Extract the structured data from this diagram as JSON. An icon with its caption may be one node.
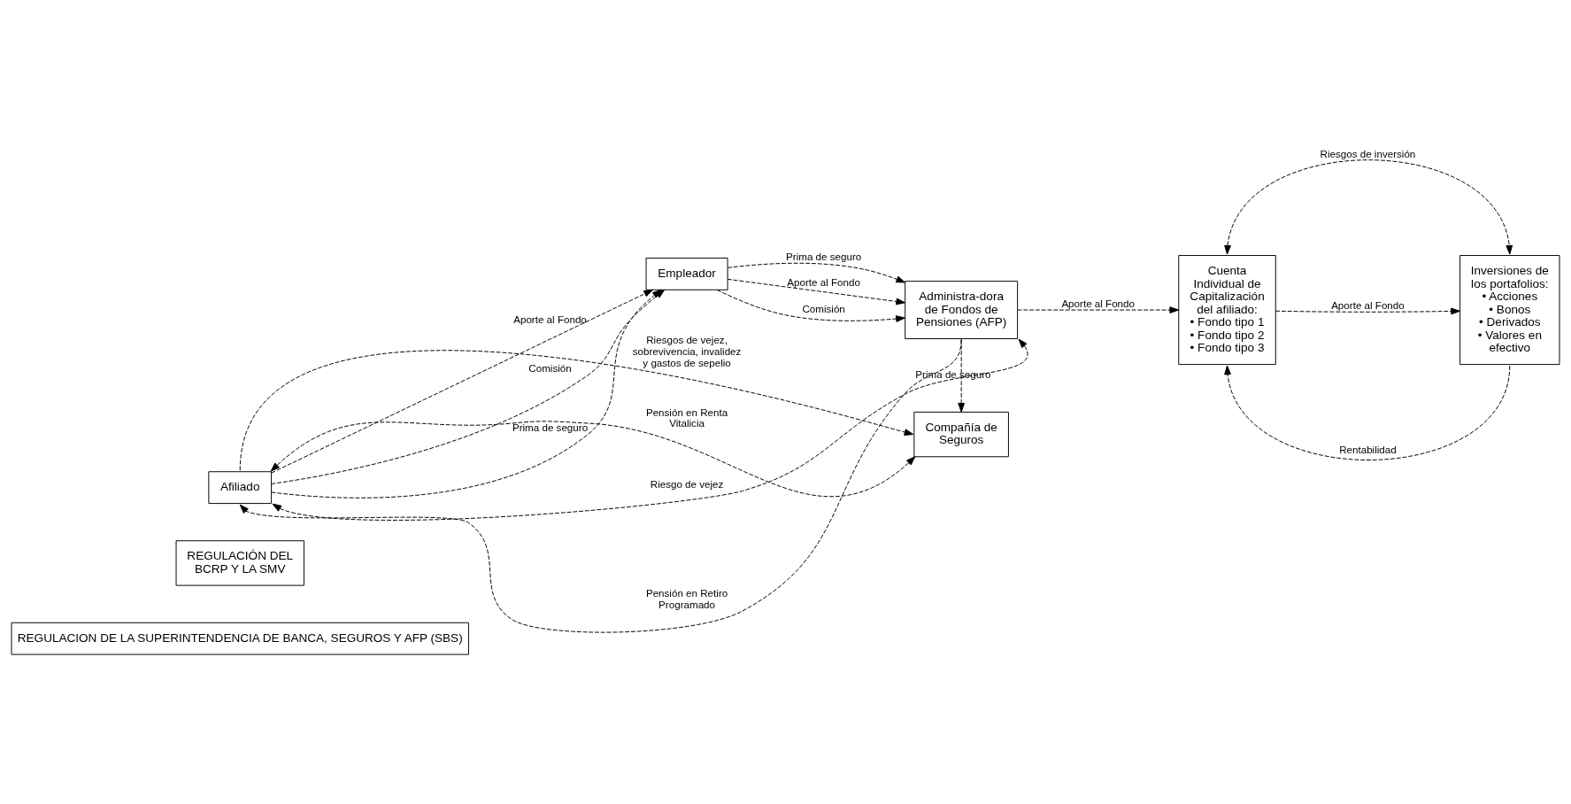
{
  "diagram": {
    "nodes": [
      {
        "text": [
          "REGULACION DE LA SUPERINTENDENCIA DE BANCA, SEGUROS Y AFP (SBS)"
        ]
      },
      {
        "text": [
          "REGULACIÓN DEL BCRP Y LA SMV"
        ]
      },
      {
        "text": [
          "Compañía de Seguros"
        ]
      },
      {
        "text": [
          "Afiliado"
        ]
      },
      {
        "text": [
          "Empleador"
        ]
      },
      {
        "text": [
          "Administra-dora de Fondos de Pensiones (AFP)"
        ]
      },
      {
        "text": [
          "Cuenta Individual de Capitalización del afiliado:",
          "• Fondo tipo 1",
          "• Fondo tipo 2",
          "• Fondo tipo 3"
        ]
      },
      {
        "text": [
          "Inversiones de los portafolios:",
          "• Acciones",
          "• Bonos",
          "• Derivados",
          "• Valores en efectivo"
        ]
      }
    ],
    "edges": [
      {
        "from": 3,
        "to": 2,
        "arrow": "to",
        "style": "dashed",
        "label": "Riesgos de vejez, sobrevivencia, invalidez y gastos de sepelio"
      },
      {
        "from": 2,
        "to": 3,
        "arrow": "both",
        "style": "dashed",
        "label": "Pensión en Renta Vitalicia"
      },
      {
        "from": 3,
        "to": 4,
        "arrow": "to",
        "style": "dashed",
        "label": "Aporte al Fondo"
      },
      {
        "from": 3,
        "to": 4,
        "arrow": "to",
        "style": "dashed",
        "label": "Comisión"
      },
      {
        "from": 3,
        "to": 4,
        "arrow": "to",
        "style": "dashed",
        "label": "Prima de seguro"
      },
      {
        "from": 4,
        "to": 5,
        "arrow": "to",
        "style": "dashed",
        "label": "Aporte al Fondo"
      },
      {
        "from": 4,
        "to": 5,
        "arrow": "to",
        "style": "dashed",
        "label": "Comisión"
      },
      {
        "from": 4,
        "to": 5,
        "arrow": "to",
        "style": "dashed",
        "label": "Prima de seguro"
      },
      {
        "from": 5,
        "to": 2,
        "arrow": "to",
        "style": "dashed",
        "label": "Prima de seguro"
      },
      {
        "from": 5,
        "to": 6,
        "arrow": "to",
        "style": "dashed",
        "label": "Aporte al Fondo"
      },
      {
        "from": 6,
        "to": 7,
        "arrow": "to",
        "style": "dashed",
        "label": "Aporte al Fondo"
      },
      {
        "from": 6,
        "to": 7,
        "arrow": "both",
        "style": "dashed",
        "label": "Riesgos de inversión"
      },
      {
        "from": 7,
        "to": 6,
        "arrow": "to",
        "style": "dashed",
        "label": "Rentabilidad"
      },
      {
        "from": 5,
        "to": 3,
        "arrow": "to",
        "style": "dashed",
        "label": "Pensión en Retiro Programado"
      },
      {
        "from": 3,
        "to": 5,
        "arrow": "both",
        "style": "dashed",
        "label": "Riesgo de vejez"
      }
    ]
  }
}
